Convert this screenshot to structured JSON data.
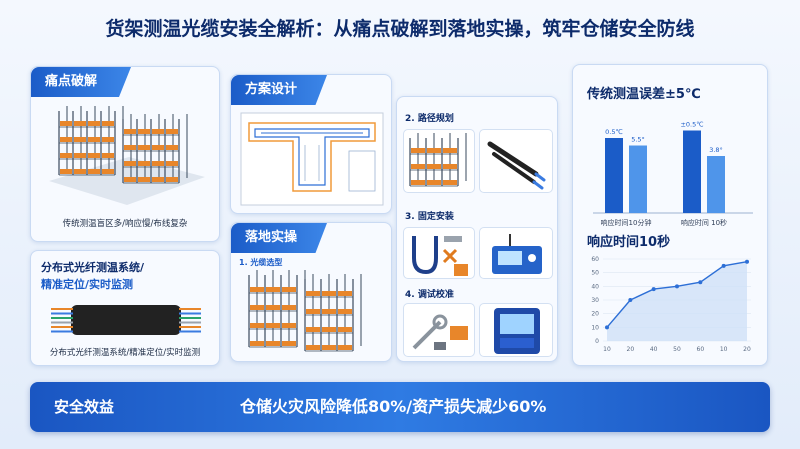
{
  "title": "货架测温光缆安装全解析：从痛点破解到落地实操，筑牢仓储安全防线",
  "pain": {
    "header": "痛点破解",
    "caption": "传统测温盲区多/响应慢/布线复杂"
  },
  "fiber": {
    "title_line1": "分布式光纤测温系统/",
    "title_line2": "精准定位/实时监测",
    "caption": "分布式光纤测温系统/精准定位/实时监测"
  },
  "design": {
    "header": "方案设计"
  },
  "impl": {
    "header": "落地实操",
    "step1": "1. 光缆选型"
  },
  "steps": {
    "route": "2. 路径规划",
    "fix": "3. 固定安装",
    "calib": "4. 调试校准"
  },
  "colors": {
    "accent": "#1b5cc8",
    "rack_orange": "#e8862a",
    "rack_frame": "#3a4a5e"
  },
  "bar_chart": {
    "title": "传统测温误差±5℃",
    "chart_data": {
      "type": "bar",
      "categories": [
        "响应时间10分钟",
        "响应时间 10秒"
      ],
      "series": [
        {
          "values": [
            5,
            5.5
          ]
        },
        {
          "values": [
            4.5,
            3.8
          ]
        }
      ],
      "value_labels": [
        [
          "0.5℃",
          "5.5°"
        ],
        [
          "±0.5℃",
          "3.8°"
        ]
      ],
      "ylim": [
        0,
        6
      ]
    }
  },
  "line_chart": {
    "title": "响应时间10秒",
    "chart_data": {
      "type": "line",
      "x": [
        "10",
        "20",
        "40",
        "50",
        "60",
        "10",
        "20"
      ],
      "y": [
        10,
        30,
        38,
        40,
        43,
        55,
        58
      ],
      "y_ticks": [
        "0",
        "10",
        "20",
        "30",
        "40",
        "50",
        "60"
      ],
      "ylim": [
        0,
        60
      ]
    }
  },
  "benefit": {
    "label": "安全效益",
    "value": "仓储火灾风险降低80%/资产损失减少60%"
  }
}
